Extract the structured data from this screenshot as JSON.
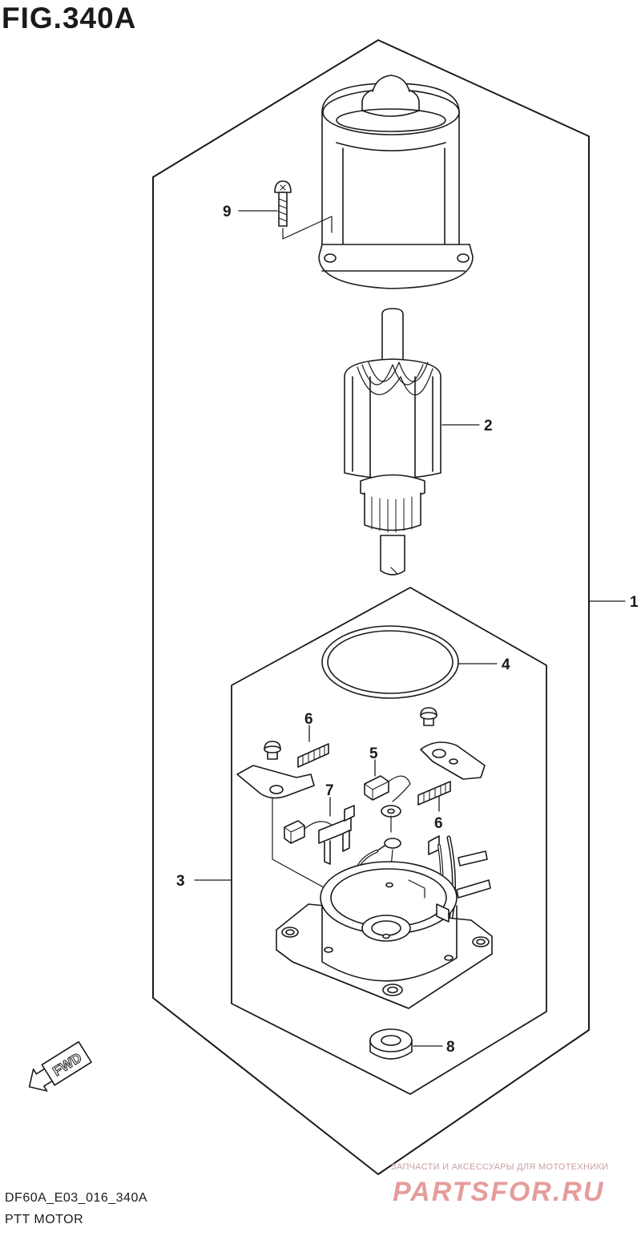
{
  "figure": {
    "title": "FIG.340A"
  },
  "callouts": [
    {
      "id": "1",
      "label": "1"
    },
    {
      "id": "2",
      "label": "2"
    },
    {
      "id": "3",
      "label": "3"
    },
    {
      "id": "4",
      "label": "4"
    },
    {
      "id": "5",
      "label": "5"
    },
    {
      "id": "6a",
      "label": "6"
    },
    {
      "id": "6b",
      "label": "6"
    },
    {
      "id": "7",
      "label": "7"
    },
    {
      "id": "8",
      "label": "8"
    },
    {
      "id": "9",
      "label": "9"
    }
  ],
  "badge": {
    "fwd": "FWD",
    "icon": "arrow-icon"
  },
  "footer": {
    "code": "DF60A_E03_016_340A",
    "name": "PTT MOTOR"
  },
  "watermark": {
    "tagline": "ЗАПЧАСТИ И АКСЕССУАРЫ ДЛЯ МОТОТЕХНИКИ",
    "logo_text": "PARTSFOR.RU"
  },
  "colors": {
    "line": "#1a1a1a",
    "watermark": "#d24a4a"
  }
}
